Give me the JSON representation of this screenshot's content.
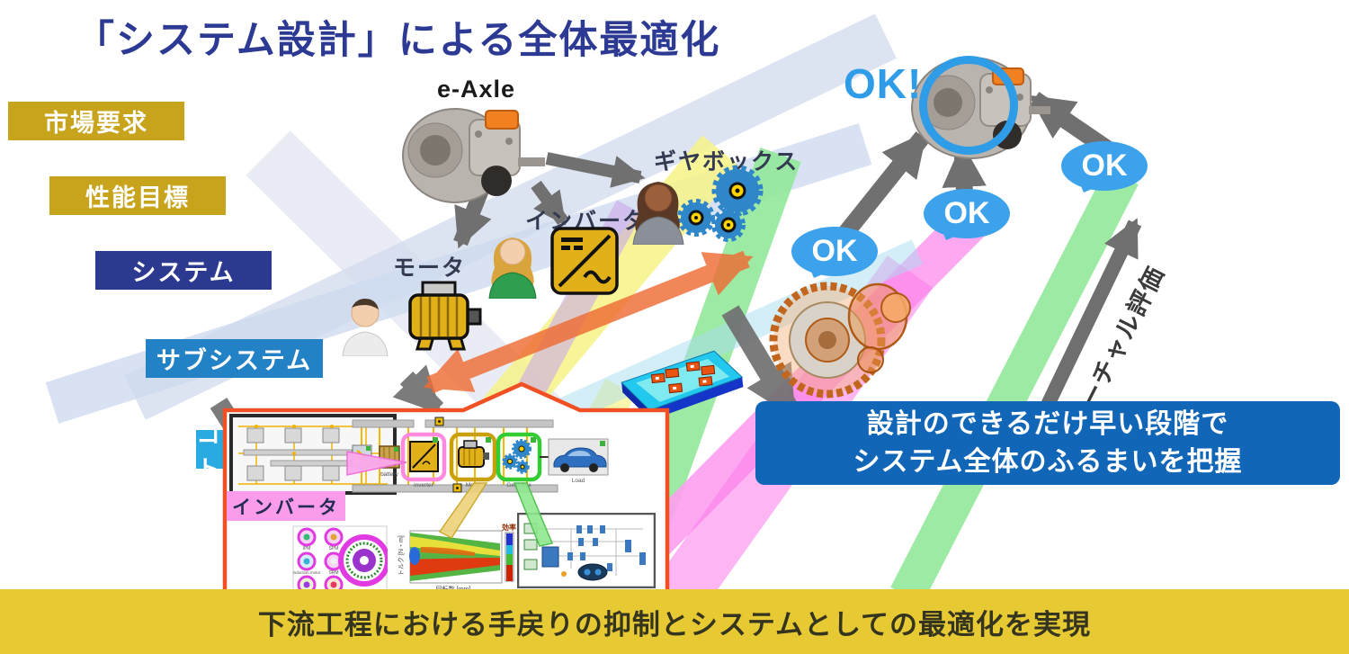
{
  "title": "「システム設計」による全体最適化",
  "v_model": {
    "levels": [
      {
        "label": "市場要求",
        "color": "#c7a41c"
      },
      {
        "label": "性能目標",
        "color": "#c7a41c"
      },
      {
        "label": "システム",
        "color": "#2b3990"
      },
      {
        "label": "サブシステム",
        "color": "#2382c6"
      },
      {
        "label": "コンポーネント",
        "color": "#29abe2"
      }
    ]
  },
  "eaxle_label": "e-Axle",
  "component_labels": {
    "motor": "モータ",
    "inverter": "インバータ",
    "gearbox": "ギヤボックス"
  },
  "ok_badges": [
    {
      "label": "OK"
    },
    {
      "label": "OK"
    },
    {
      "label": "OK"
    }
  ],
  "ok_final": "OK!",
  "virtual_evaluation": "バーチャル評価",
  "message_banner": {
    "line1": "設計のできるだけ早い段階で",
    "line2": "システム全体のふるまいを把握",
    "bg": "#1266b8"
  },
  "bottom_banner": {
    "text": "下流工程における手戻りの抑制とシステムとしての最適化を実現",
    "bg": "#e7ca33"
  },
  "component_box": {
    "inverter_callout": "インバータ",
    "chain_labels": [
      "battery",
      "inverter",
      "Motor",
      "Gear Box",
      "Load"
    ],
    "motor_types": [
      "IPM",
      "SPM",
      "induction motor",
      "SRM"
    ],
    "efficiency_map": {
      "ylabel": "トルク [N・m]",
      "xlabel": "回転数 [rpm]",
      "colorbar": "効率"
    }
  },
  "colors": {
    "title_blue": "#2c3a94",
    "ok_blue": "#3ca2ec",
    "banner_blue": "#1266b8",
    "banner_yellow": "#e7ca33",
    "orange_box_border": "#f05023",
    "pink_label": "#fb9bec",
    "gold_icon": "#e2b019",
    "gear_blue": "#2f86c8"
  }
}
